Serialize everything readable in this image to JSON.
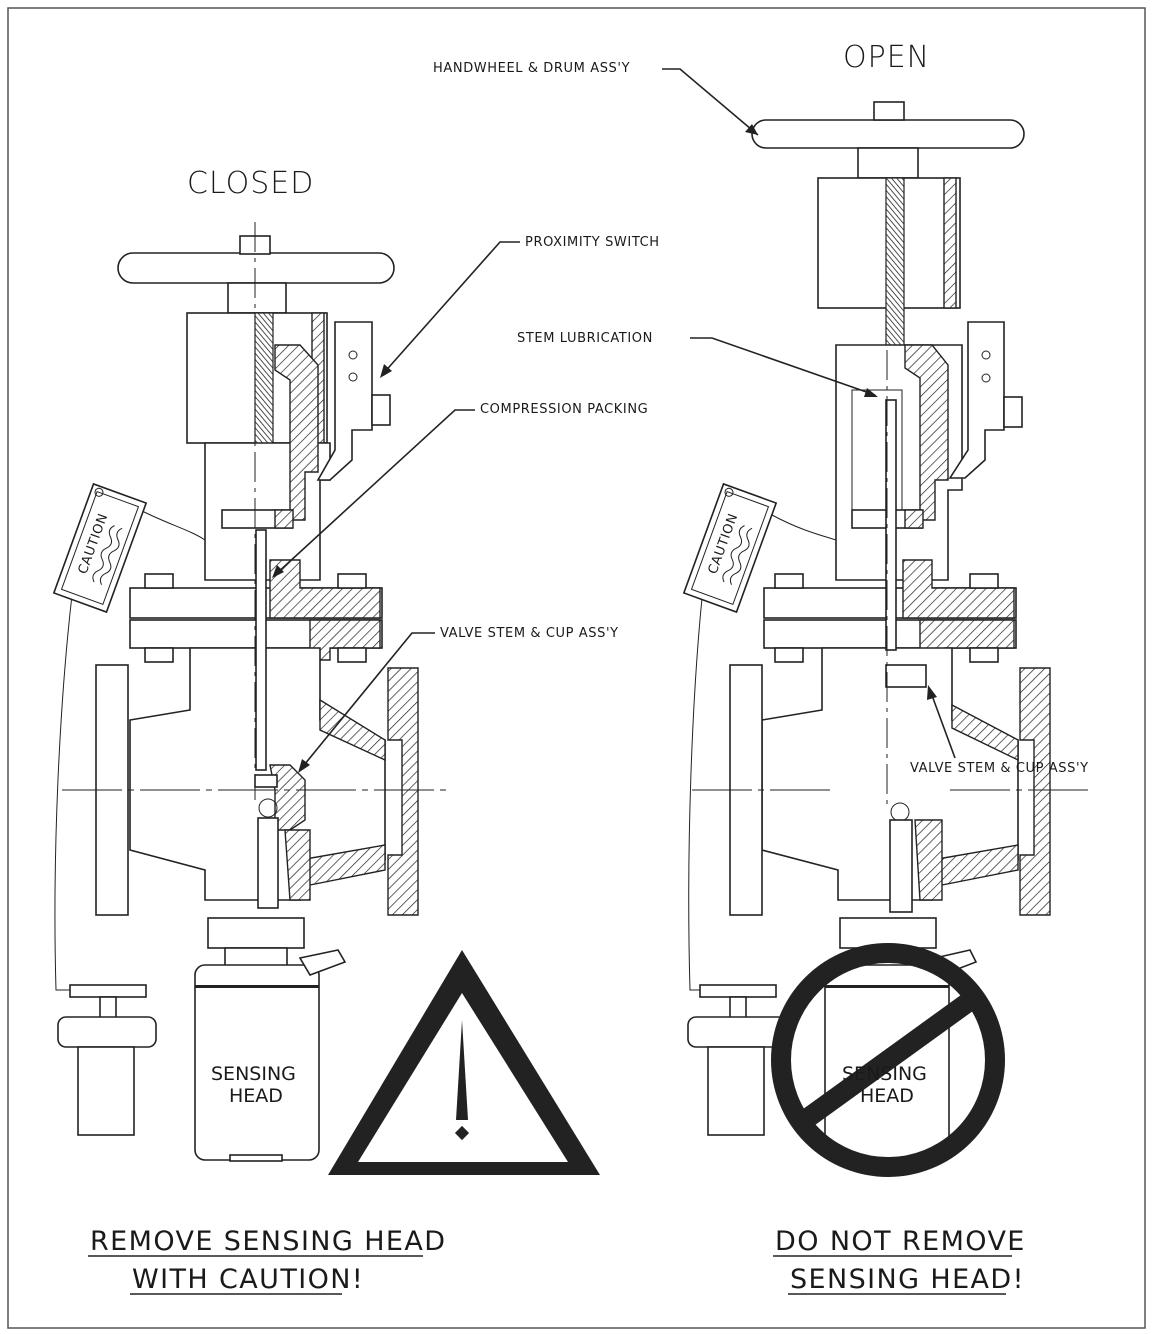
{
  "labels": {
    "closed": "CLOSED",
    "open": "OPEN",
    "handwheel": "HANDWHEEL & DRUM ASS'Y",
    "proximity_switch": "PROXIMITY SWITCH",
    "stem_lubrication": "STEM LUBRICATION",
    "compression_packing": "COMPRESSION PACKING",
    "valve_stem_left": "VALVE STEM & CUP ASS'Y",
    "valve_stem_right": "VALVE STEM & CUP ASS'Y",
    "caution_tag_left": "CAUTION",
    "caution_tag_right": "CAUTION",
    "sensing_head_left_1": "SENSING",
    "sensing_head_left_2": "HEAD",
    "sensing_head_right_1": "SENSING",
    "sensing_head_right_2": "HEAD"
  },
  "captions": {
    "left_line1": "REMOVE SENSING HEAD",
    "left_line2": "WITH CAUTION!",
    "right_line1": "DO NOT REMOVE",
    "right_line2": "SENSING HEAD!"
  }
}
